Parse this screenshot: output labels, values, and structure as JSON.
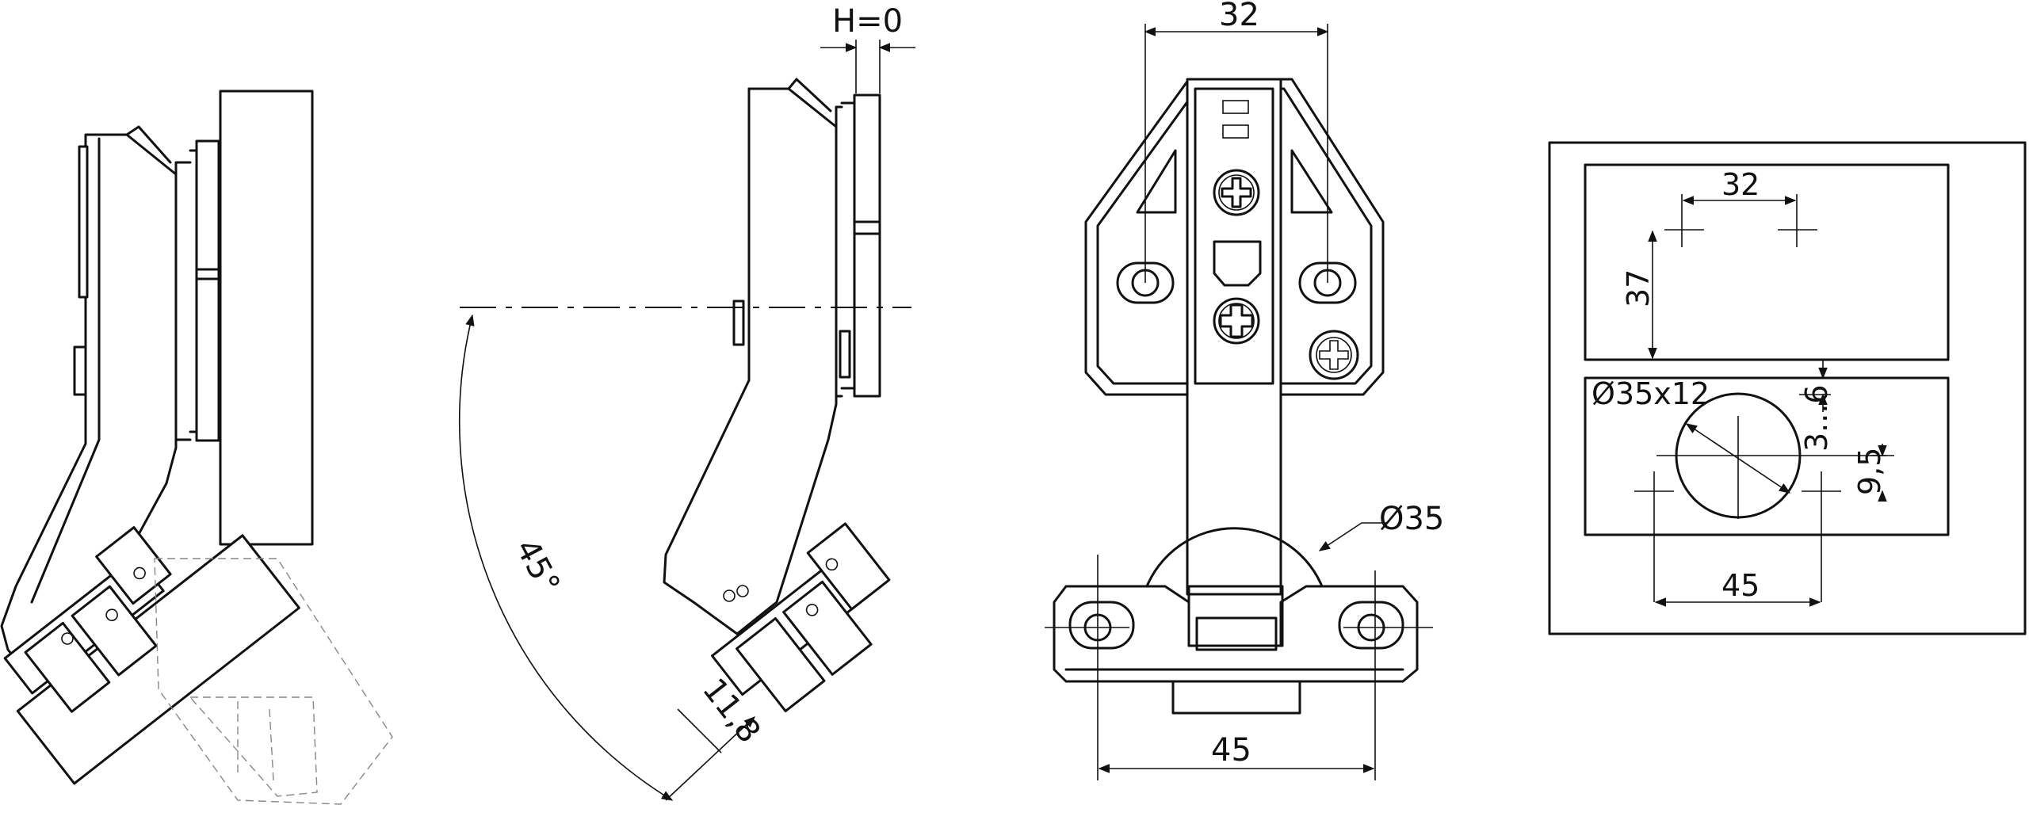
{
  "side_view": {
    "h_label": "H=0",
    "angle_label": "45°",
    "depth_label": "11,8"
  },
  "front_view": {
    "top_dim": "32",
    "cup_dia": "Ø35",
    "bottom_dim": "45"
  },
  "drilling": {
    "top_dim": "32",
    "side_dim": "37",
    "cup_label": "Ø35x12",
    "offset_label": "3...6",
    "plate_offset": "9,5",
    "bottom_dim": "45"
  }
}
